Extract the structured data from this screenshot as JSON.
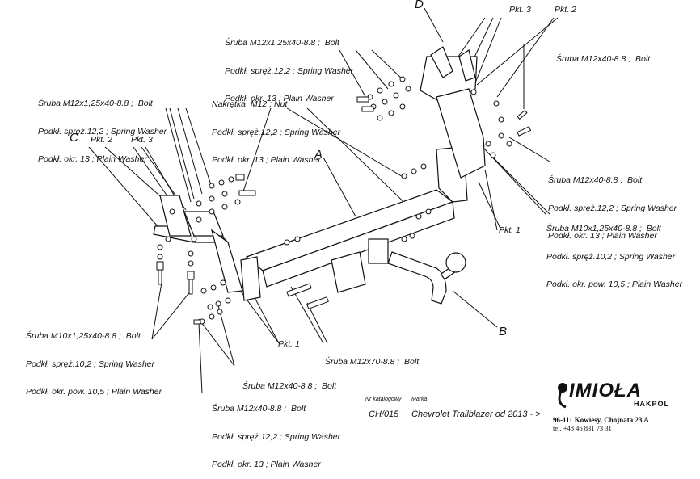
{
  "labels": {
    "top_left_screws": [
      "Śruba M12x1,25x40-8.8 ;  Bolt",
      "Podkł. spręż.12,2 ; Spring Washer",
      "Podkł. okr. 13 ; Plain Washer"
    ],
    "top_center_screws": [
      "Śruba M12x1,25x40-8.8 ;  Bolt",
      "Podkł. spręż.12,2 ; Spring Washer",
      "Podkł. okr. 13 ; Plain Washer"
    ],
    "nut_group": [
      "Nakrętka  M12 ; Nut",
      "Podkł. spręż.12,2 ; Spring Washer",
      "Podkł. okr. 13 ; Plain Washer"
    ],
    "bolt_m12x40_top_right": [
      "Śruba M12x40-8.8 ;  Bolt"
    ],
    "right_m12x40_group": [
      "Śruba M12x40-8.8 ;  Bolt",
      "Podkł. spręż.12,2 ; Spring Washer",
      "Podkł. okr. 13 ; Plain Washer"
    ],
    "right_m10_group": [
      "Śruba M10x1,25x40-8.8 ;  Bolt",
      "Podkł. spręż.10,2 ; Spring Washer",
      "Podkł. okr. pow. 10,5 ; Plain Washer"
    ],
    "left_m10_group": [
      "Śruba M10x1,25x40-8.8 ;  Bolt",
      "Podkł. spręż.10,2 ; Spring Washer",
      "Podkł. okr. pow. 10,5 ; Plain Washer"
    ],
    "bottom_m12x40_bolt": [
      "Śruba M12x40-8.8 ;  Bolt"
    ],
    "bottom_m12x40_group": [
      "Śruba M12x40-8.8 ;  Bolt",
      "Podkł. spręż.12,2 ; Spring Washer",
      "Podkł. okr. 13 ; Plain Washer"
    ],
    "m12x70_bolt": [
      "Śruba M12x70-8.8 ;  Bolt"
    ]
  },
  "callouts": {
    "A": "A",
    "B": "B",
    "C": "C",
    "D": "D",
    "pkt1_left": "Pkt. 1",
    "pkt1_right": "Pkt. 1",
    "pkt2_left": "Pkt. 2",
    "pkt2_right": "Pkt. 2",
    "pkt3_left": "Pkt. 3",
    "pkt3_right": "Pkt. 3"
  },
  "meta": {
    "catalog_label": "Nr katalogowy",
    "catalog_value": "CH/015",
    "brand_label": "Marka",
    "brand_value": "Chevrolet Trailblazer   od 2013 - >"
  },
  "logo": {
    "name": "IMIOŁA",
    "sub": "HAKPOL",
    "address_line1": "96-111 Kowiesy, Chojnata 23 A",
    "address_line2": "tel. +48 46 831 73 31"
  }
}
